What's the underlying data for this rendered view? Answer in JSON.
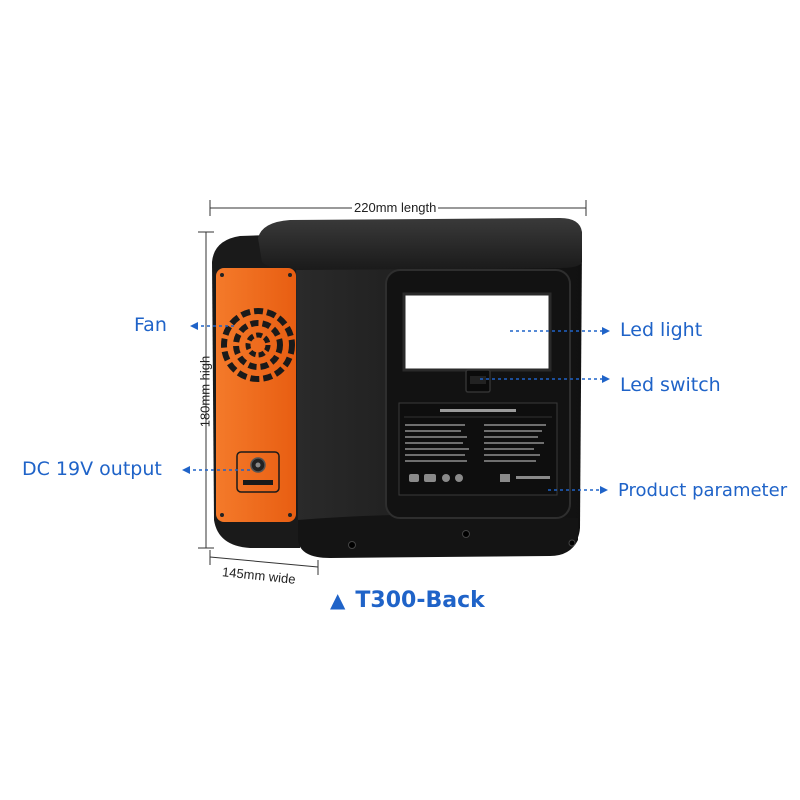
{
  "dimensions": {
    "length": "220mm length",
    "height": "180mm high",
    "width": "145mm wide"
  },
  "callouts": {
    "fan": "Fan",
    "dc_output": "DC 19V output",
    "led_light": "Led light",
    "led_switch": "Led switch",
    "product_parameter": "Product parameter"
  },
  "caption": {
    "symbol": "▲",
    "text": "T300-Back"
  },
  "colors": {
    "callout_blue": "#1f63c8",
    "panel_orange": "#f26b1d",
    "body_dark": "#1c1c1c"
  }
}
